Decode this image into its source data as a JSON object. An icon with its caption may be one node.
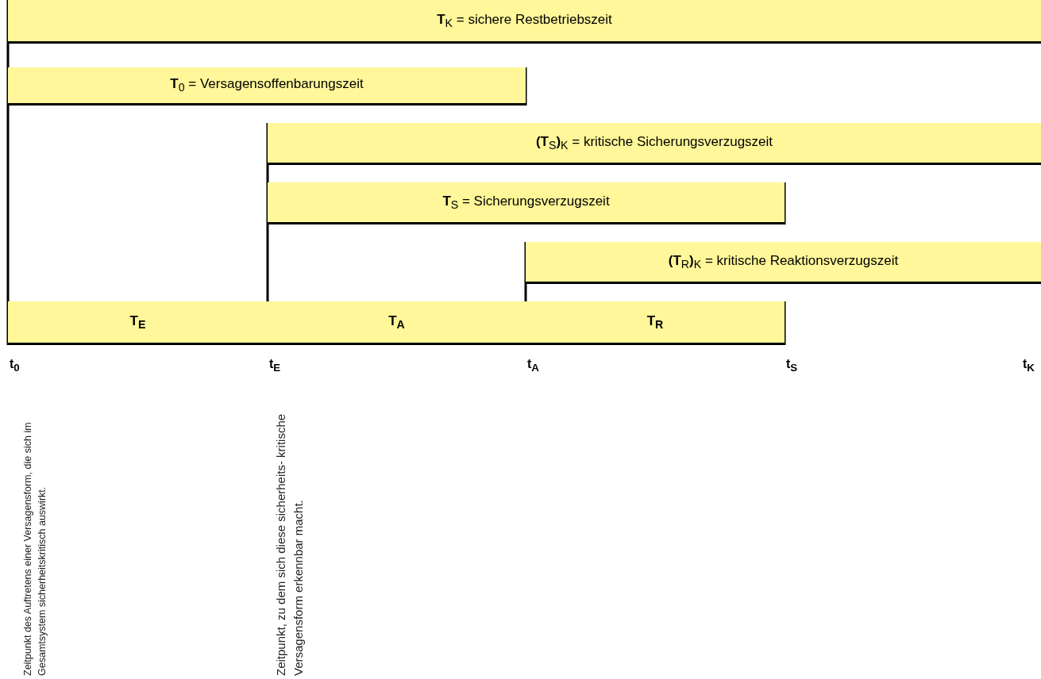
{
  "diagram": {
    "nodes": [
      {
        "text": [
          "**T**$_{K}$ = sichere Restbetriebszeit"
        ]
      },
      {
        "text": [
          "**T**$_{0}$ = Versagensoffenbarungszeit"
        ]
      },
      {
        "text": [
          "**(T**$_{S}$**)**$_{K}$ = kritische Sicherungsverzugszeit"
        ]
      },
      {
        "text": [
          "**T**$_{S}$ = Sicherungsverzugszeit"
        ]
      },
      {
        "text": [
          "**(T**$_{R}$**)**$_{K}$ = kritische Reaktionsverzugszeit"
        ]
      },
      {
        "text": [
          "T$_{E}$"
        ]
      },
      {
        "text": [
          "T$_{A}$"
        ]
      },
      {
        "text": [
          "T$_{R}$"
        ]
      }
    ],
    "labels": [
      "t$_{0}$",
      "t$_{E}$",
      "t$_{A}$",
      "t$_{S}$",
      "t$_{K}$",
      "Zeitpunkt des Auftretens einer Versagensform, die sich im Gesamtsystem sicherheitskritisch auswirkt.",
      "Zeitpunkt, zu dem sich diese sicherheits- kritische Versagensform erkennbar macht."
    ]
  }
}
